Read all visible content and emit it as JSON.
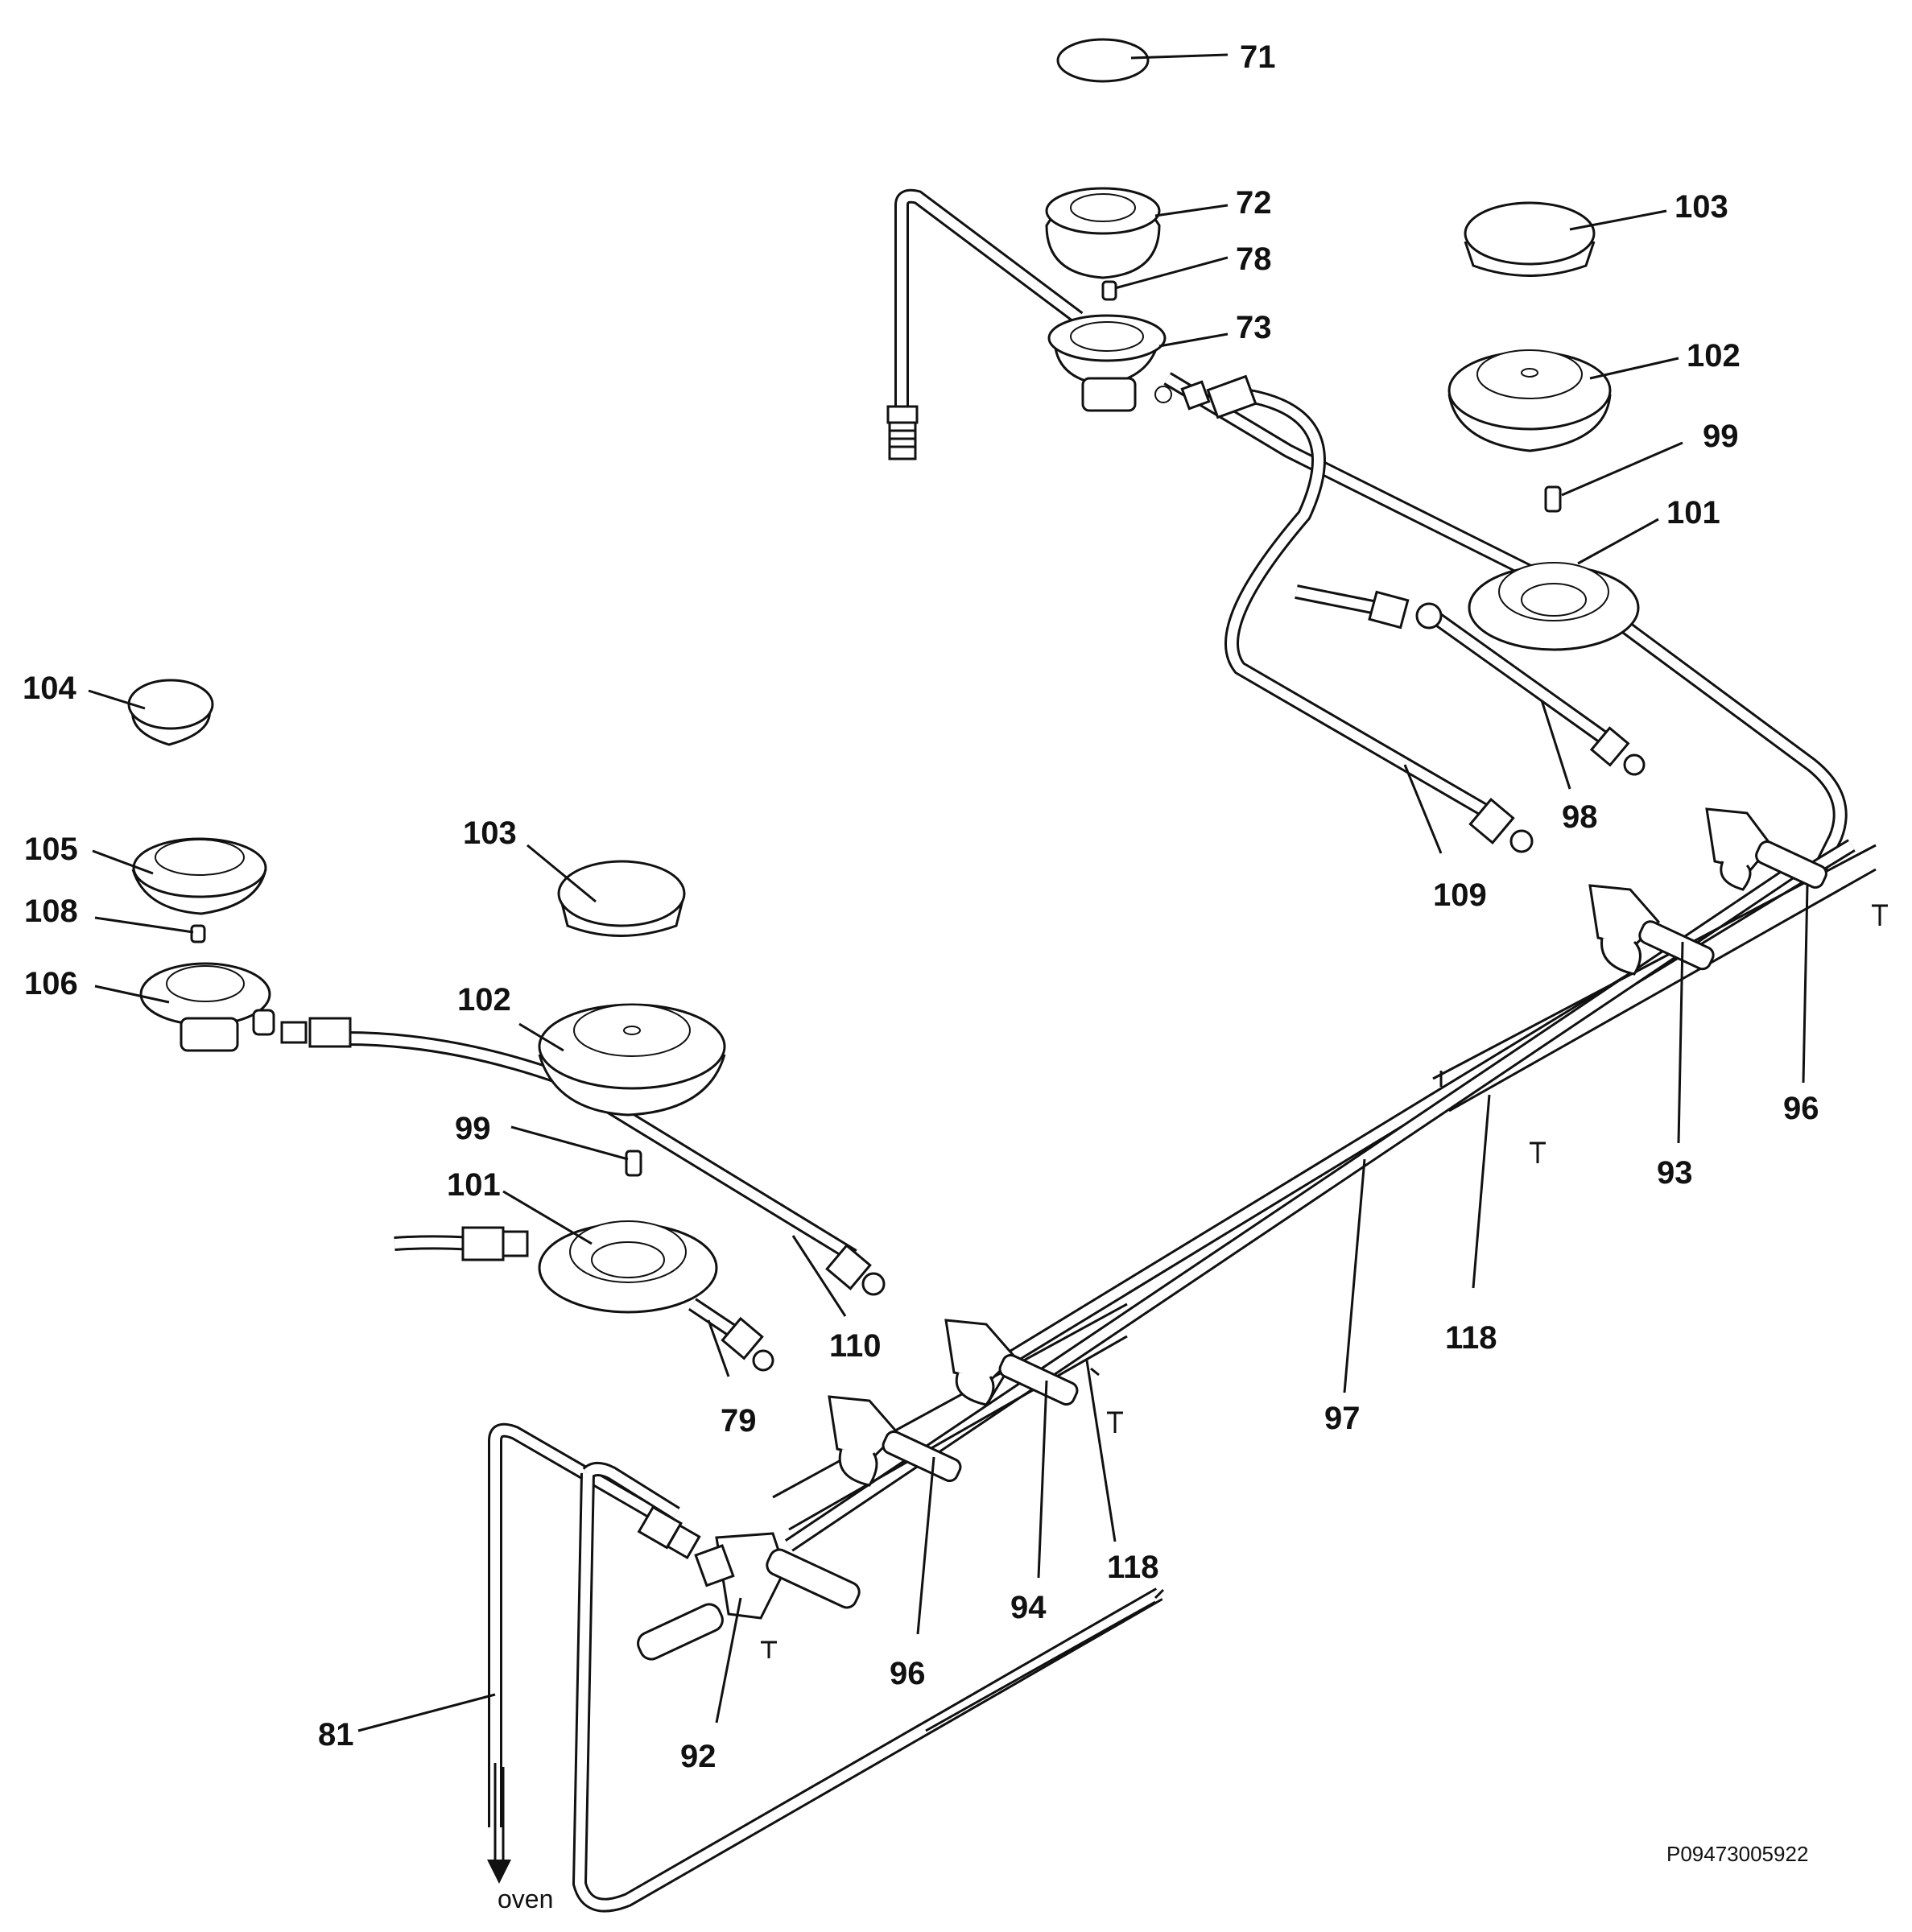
{
  "callouts": [
    "71",
    "72",
    "78",
    "73",
    "103",
    "102",
    "99",
    "101",
    "98",
    "109",
    "96",
    "93",
    "118",
    "97",
    "104",
    "105",
    "108",
    "106",
    "103",
    "102",
    "99",
    "101",
    "110",
    "79",
    "94",
    "118",
    "96",
    "92",
    "81"
  ],
  "oven_label": "oven",
  "drawing_code": "P09473005922"
}
